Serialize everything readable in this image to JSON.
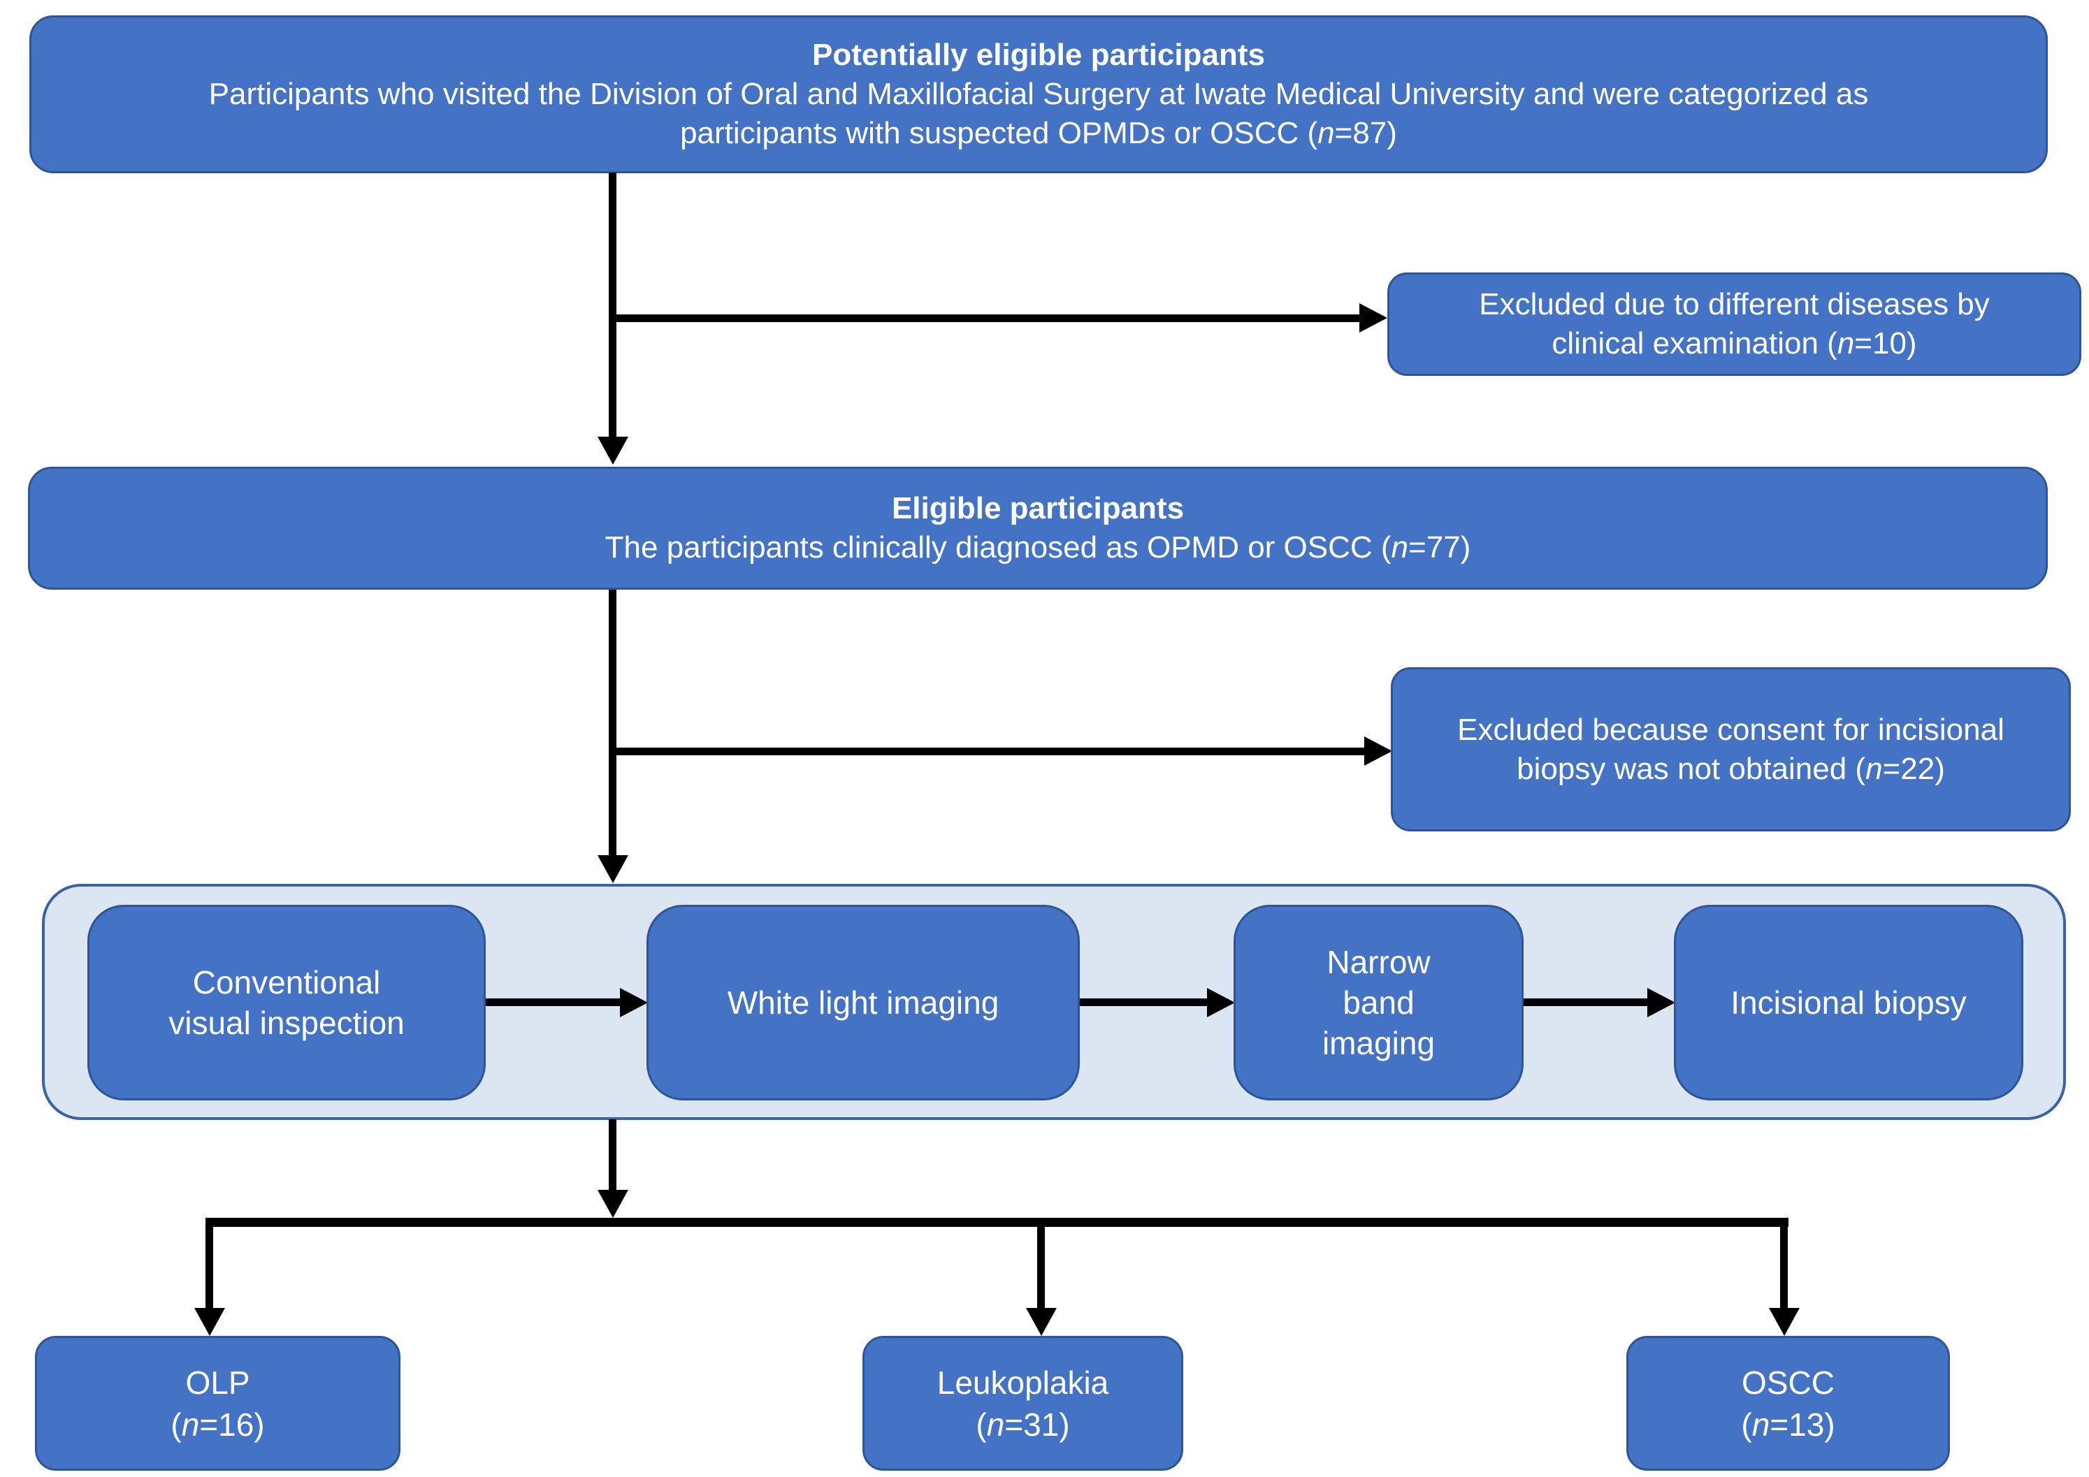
{
  "colors": {
    "page-bg": "#ffffff",
    "box-fill": "#4472c4",
    "box-border": "#2e5596",
    "container-fill": "#dce6f3",
    "container-border": "#3a62a7",
    "arrow": "#000000",
    "text": "#ffffff"
  },
  "nodes": {
    "potentially_eligible": {
      "title": "Potentially eligible participants",
      "line1": "Participants who visited the Division of Oral and Maxillofacial Surgery at Iwate Medical University and were categorized as",
      "line2_pre": "participants with suspected OPMDs or OSCC (",
      "n": "n",
      "line2_post": "=87)"
    },
    "excluded_clinical": {
      "line1": "Excluded due to different diseases by",
      "line2_pre": "clinical examination (",
      "n": "n",
      "line2_post": "=10)"
    },
    "eligible": {
      "title": "Eligible participants",
      "line_pre": "The participants clinically diagnosed as OPMD or OSCC (",
      "n": "n",
      "line_post": "=77)"
    },
    "excluded_consent": {
      "line1": "Excluded because consent for incisional",
      "line2_pre": "biopsy was not obtained (",
      "n": "n",
      "line2_post": "=22)"
    },
    "process": {
      "steps": [
        {
          "lines": [
            "Conventional",
            "visual inspection"
          ]
        },
        {
          "lines": [
            "White light imaging"
          ]
        },
        {
          "lines": [
            "Narrow",
            "band",
            "imaging"
          ]
        },
        {
          "lines": [
            "Incisional biopsy"
          ]
        }
      ]
    },
    "outcomes": [
      {
        "name": "OLP",
        "pre": "(",
        "n": "n",
        "post": "=16)"
      },
      {
        "name": "Leukoplakia",
        "pre": "(",
        "n": "n",
        "post": "=31)"
      },
      {
        "name": "OSCC",
        "pre": "(",
        "n": "n",
        "post": "=13)"
      }
    ]
  }
}
